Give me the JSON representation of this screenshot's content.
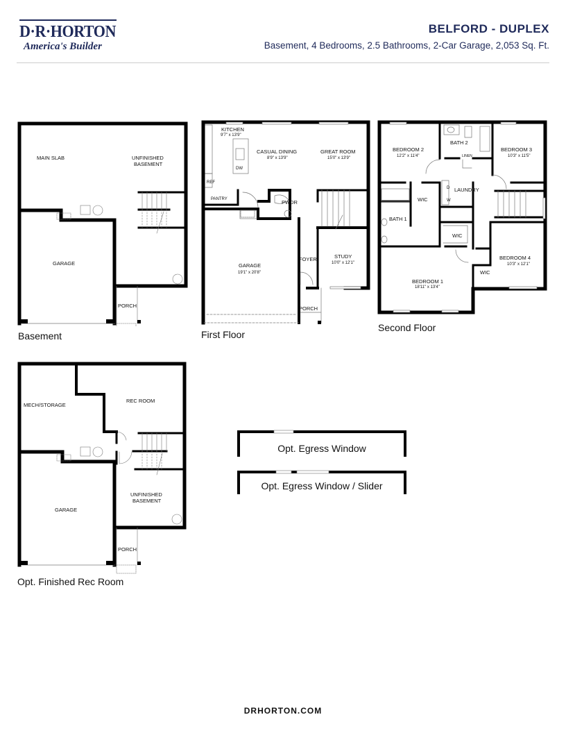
{
  "header": {
    "logo": {
      "brand": "D·R·HORTON",
      "tagline": "America's Builder"
    },
    "plan_name": "BELFORD - DUPLEX",
    "plan_specs": "Basement, 4 Bedrooms, 2.5 Bathrooms, 2-Car Garage, 2,053 Sq. Ft."
  },
  "plans": {
    "basement": {
      "caption": "Basement",
      "rooms": {
        "main_slab": "MAIN SLAB",
        "unfinished_1": "UNFINISHED",
        "unfinished_2": "BASEMENT",
        "garage": "GARAGE",
        "porch": "PORCH"
      }
    },
    "first_floor": {
      "caption": "First Floor",
      "rooms": {
        "kitchen": "KITCHEN",
        "kitchen_dim": "9'7\" x 13'9\"",
        "casual_dining": "CASUAL DINING",
        "casual_dining_dim": "8'9\" x 13'9\"",
        "great_room": "GREAT ROOM",
        "great_room_dim": "15'0\" x 13'9\"",
        "dw": "DW",
        "ref": "REF",
        "pantry": "PANTRY",
        "pwdr": "PWDR",
        "garage": "GARAGE",
        "garage_dim": "19'1\" x 20'8\"",
        "foyer": "FOYER",
        "study": "STUDY",
        "study_dim": "10'0\" x 12'1\"",
        "porch": "PORCH"
      }
    },
    "second_floor": {
      "caption": "Second Floor",
      "rooms": {
        "bedroom2": "BEDROOM 2",
        "bedroom2_dim": "12'2\" x 11'4\"",
        "bath2": "BATH 2",
        "linen": "LINEN",
        "bedroom3": "BEDROOM 3",
        "bedroom3_dim": "10'3\" x 11'5\"",
        "laundry": "LAUNDRY",
        "d": "D",
        "w": "W",
        "wic1": "WIC",
        "bath1": "BATH 1",
        "wic2": "WIC",
        "wic3": "WIC",
        "bedroom1": "BEDROOM 1",
        "bedroom1_dim": "18'11\" x 13'4\"",
        "bedroom4": "BEDROOM 4",
        "bedroom4_dim": "10'3\" x 12'1\""
      }
    },
    "rec_room": {
      "caption": "Opt. Finished Rec Room",
      "rooms": {
        "mech": "MECH/STORAGE",
        "rec": "REC ROOM",
        "unfinished_1": "UNFINISHED",
        "unfinished_2": "BASEMENT",
        "garage": "GARAGE",
        "porch": "PORCH"
      }
    }
  },
  "options": {
    "egress_window": "Opt. Egress Window",
    "egress_slider": "Opt. Egress Window / Slider"
  },
  "footer": {
    "url": "DRHORTON.COM"
  }
}
